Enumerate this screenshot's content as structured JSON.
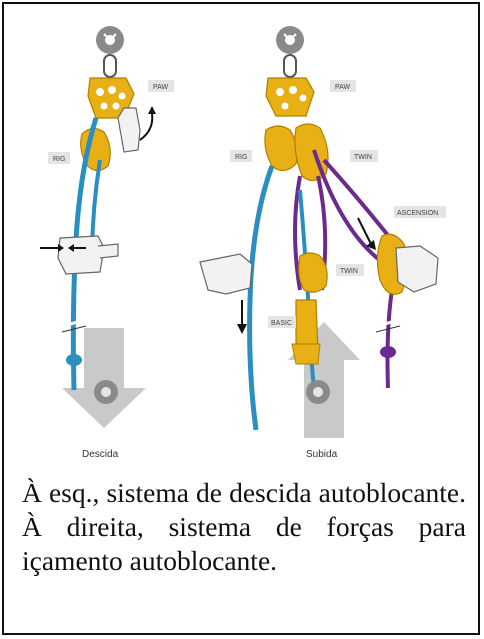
{
  "labels": {
    "left_paw": "PAW",
    "left_rig": "RIG",
    "right_paw": "PAW",
    "right_rig": "RIG",
    "twin_upper": "TWIN",
    "ascension": "ASCENSION",
    "twin_lower": "TWIN",
    "basic": "BASIC"
  },
  "captions": {
    "left": "Descida",
    "right": "Subida"
  },
  "caption_text": "À esq., sistema de descida autoblocante. À direita, sistema de forças para içamento autoblocante.",
  "colors": {
    "rope_blue": "#2a8fc0",
    "rope_purple": "#6a2a8e",
    "device_yellow": "#e8b014",
    "anchor_gray": "#8a8a8a",
    "arrow_gray": "#c9c9c9"
  }
}
